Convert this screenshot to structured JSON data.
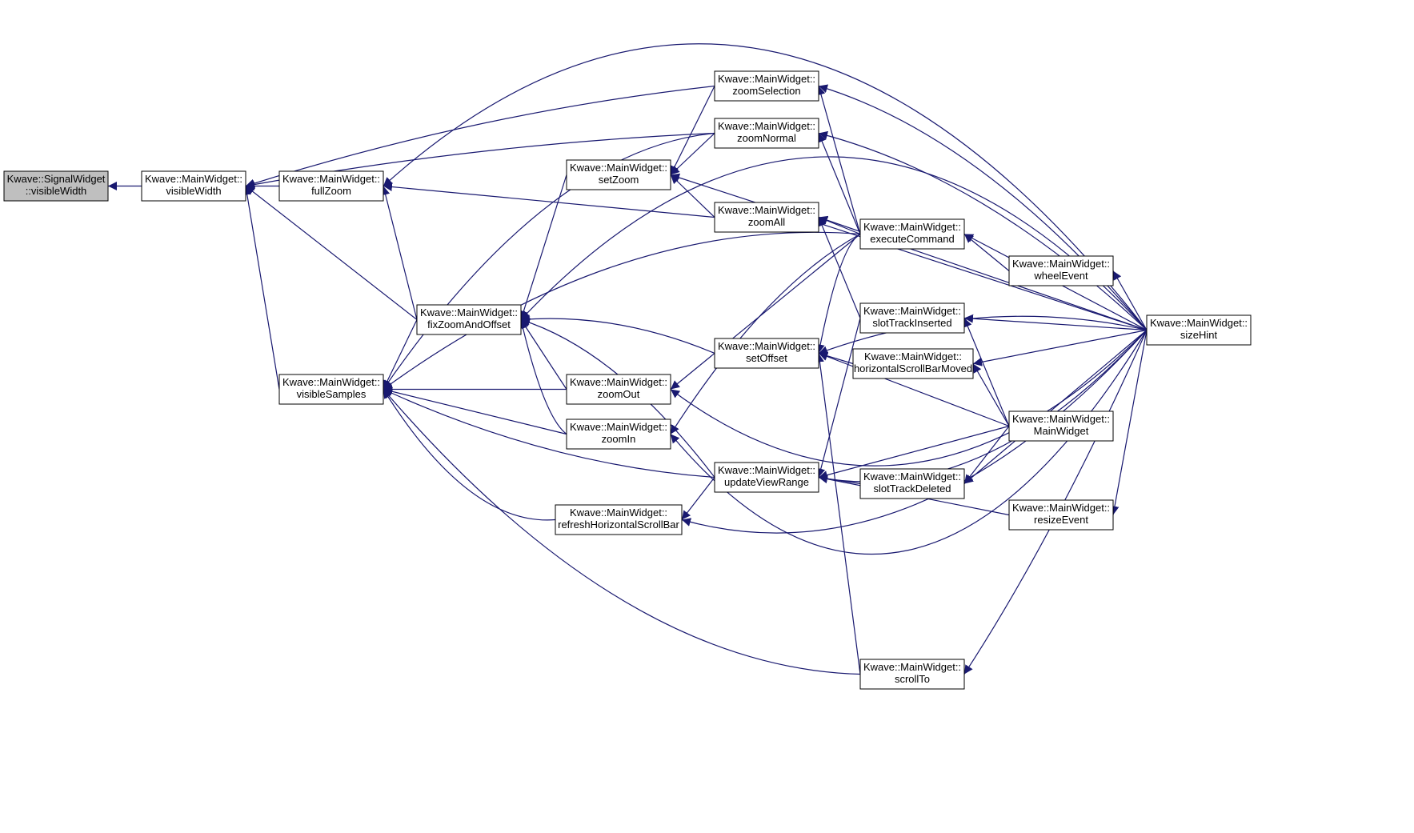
{
  "colors": {
    "edge": "#191970",
    "node_fill": "#ffffff",
    "node_border": "#000000",
    "focus_fill": "#bfbfbf",
    "text": "#000000"
  },
  "nodes": [
    {
      "id": "signal-visiblewidth",
      "line1": "Kwave::SignalWidget",
      "line2": "::visibleWidth",
      "focus": true
    },
    {
      "id": "visiblewidth",
      "line1": "Kwave::MainWidget::",
      "line2": "visibleWidth"
    },
    {
      "id": "fullzoom",
      "line1": "Kwave::MainWidget::",
      "line2": "fullZoom"
    },
    {
      "id": "visiblesamples",
      "line1": "Kwave::MainWidget::",
      "line2": "visibleSamples"
    },
    {
      "id": "fixzoomandoffset",
      "line1": "Kwave::MainWidget::",
      "line2": "fixZoomAndOffset"
    },
    {
      "id": "setzoom",
      "line1": "Kwave::MainWidget::",
      "line2": "setZoom"
    },
    {
      "id": "zoomout",
      "line1": "Kwave::MainWidget::",
      "line2": "zoomOut"
    },
    {
      "id": "zoomin",
      "line1": "Kwave::MainWidget::",
      "line2": "zoomIn"
    },
    {
      "id": "refreshhorizontalscrollbar",
      "line1": "Kwave::MainWidget::",
      "line2": "refreshHorizontalScrollBar"
    },
    {
      "id": "zoomselection",
      "line1": "Kwave::MainWidget::",
      "line2": "zoomSelection"
    },
    {
      "id": "zoomnormal",
      "line1": "Kwave::MainWidget::",
      "line2": "zoomNormal"
    },
    {
      "id": "zoomall",
      "line1": "Kwave::MainWidget::",
      "line2": "zoomAll"
    },
    {
      "id": "setoffset",
      "line1": "Kwave::MainWidget::",
      "line2": "setOffset"
    },
    {
      "id": "updateviewrange",
      "line1": "Kwave::MainWidget::",
      "line2": "updateViewRange"
    },
    {
      "id": "executecommand",
      "line1": "Kwave::MainWidget::",
      "line2": "executeCommand"
    },
    {
      "id": "slottrackinserted",
      "line1": "Kwave::MainWidget::",
      "line2": "slotTrackInserted"
    },
    {
      "id": "horizontalscrollbarmoved",
      "line1": "Kwave::MainWidget::",
      "line2": "horizontalScrollBarMoved"
    },
    {
      "id": "slottrackdeleted",
      "line1": "Kwave::MainWidget::",
      "line2": "slotTrackDeleted"
    },
    {
      "id": "scrollto",
      "line1": "Kwave::MainWidget::",
      "line2": "scrollTo"
    },
    {
      "id": "wheelevent",
      "line1": "Kwave::MainWidget::",
      "line2": "wheelEvent"
    },
    {
      "id": "mainwidget",
      "line1": "Kwave::MainWidget::",
      "line2": "MainWidget"
    },
    {
      "id": "resizeevent",
      "line1": "Kwave::MainWidget::",
      "line2": "resizeEvent"
    },
    {
      "id": "sizehint",
      "line1": "Kwave::MainWidget::",
      "line2": "sizeHint"
    }
  ],
  "edges": [
    {
      "from": "visiblewidth",
      "to": "signal-visiblewidth"
    },
    {
      "from": "fullzoom",
      "to": "visiblewidth"
    },
    {
      "from": "visiblesamples",
      "to": "visiblewidth"
    },
    {
      "from": "fixzoomandoffset",
      "to": "visiblewidth"
    },
    {
      "from": "zoomselection",
      "to": "visiblewidth"
    },
    {
      "from": "zoomnormal",
      "to": "visiblewidth"
    },
    {
      "from": "sizehint",
      "to": "fullzoom"
    },
    {
      "from": "fixzoomandoffset",
      "to": "fullzoom"
    },
    {
      "from": "zoomall",
      "to": "fullzoom"
    },
    {
      "from": "fixzoomandoffset",
      "to": "visiblesamples"
    },
    {
      "from": "zoomout",
      "to": "visiblesamples"
    },
    {
      "from": "zoomin",
      "to": "visiblesamples"
    },
    {
      "from": "refreshhorizontalscrollbar",
      "to": "visiblesamples"
    },
    {
      "from": "updateviewrange",
      "to": "visiblesamples"
    },
    {
      "from": "scrollto",
      "to": "visiblesamples"
    },
    {
      "from": "zoomnormal",
      "to": "visiblesamples"
    },
    {
      "from": "executecommand",
      "to": "visiblesamples"
    },
    {
      "from": "setzoom",
      "to": "fixzoomandoffset"
    },
    {
      "from": "zoomout",
      "to": "fixzoomandoffset"
    },
    {
      "from": "zoomin",
      "to": "fixzoomandoffset"
    },
    {
      "from": "setoffset",
      "to": "fixzoomandoffset"
    },
    {
      "from": "updateviewrange",
      "to": "fixzoomandoffset"
    },
    {
      "from": "sizehint",
      "to": "fixzoomandoffset"
    },
    {
      "from": "zoomselection",
      "to": "setzoom"
    },
    {
      "from": "zoomnormal",
      "to": "setzoom"
    },
    {
      "from": "zoomall",
      "to": "setzoom"
    },
    {
      "from": "sizehint",
      "to": "setzoom"
    },
    {
      "from": "executecommand",
      "to": "zoomout"
    },
    {
      "from": "sizehint",
      "to": "zoomout"
    },
    {
      "from": "executecommand",
      "to": "zoomin"
    },
    {
      "from": "sizehint",
      "to": "zoomin"
    },
    {
      "from": "updateviewrange",
      "to": "refreshhorizontalscrollbar"
    },
    {
      "from": "sizehint",
      "to": "refreshhorizontalscrollbar"
    },
    {
      "from": "sizehint",
      "to": "zoomselection"
    },
    {
      "from": "executecommand",
      "to": "zoomselection"
    },
    {
      "from": "sizehint",
      "to": "zoomnormal"
    },
    {
      "from": "executecommand",
      "to": "zoomnormal"
    },
    {
      "from": "executecommand",
      "to": "zoomall"
    },
    {
      "from": "sizehint",
      "to": "zoomall"
    },
    {
      "from": "slottrackinserted",
      "to": "zoomall"
    },
    {
      "from": "executecommand",
      "to": "setoffset"
    },
    {
      "from": "horizontalscrollbarmoved",
      "to": "setoffset"
    },
    {
      "from": "mainwidget",
      "to": "setoffset"
    },
    {
      "from": "scrollto",
      "to": "setoffset"
    },
    {
      "from": "sizehint",
      "to": "setoffset"
    },
    {
      "from": "mainwidget",
      "to": "updateviewrange"
    },
    {
      "from": "slottrackdeleted",
      "to": "updateviewrange"
    },
    {
      "from": "resizeevent",
      "to": "updateviewrange"
    },
    {
      "from": "slottrackinserted",
      "to": "updateviewrange"
    },
    {
      "from": "sizehint",
      "to": "updateviewrange"
    },
    {
      "from": "sizehint",
      "to": "executecommand"
    },
    {
      "from": "wheelevent",
      "to": "executecommand"
    },
    {
      "from": "sizehint",
      "to": "slottrackinserted"
    },
    {
      "from": "mainwidget",
      "to": "slottrackinserted"
    },
    {
      "from": "sizehint",
      "to": "horizontalscrollbarmoved"
    },
    {
      "from": "mainwidget",
      "to": "horizontalscrollbarmoved"
    },
    {
      "from": "mainwidget",
      "to": "slottrackdeleted"
    },
    {
      "from": "sizehint",
      "to": "slottrackdeleted"
    },
    {
      "from": "sizehint",
      "to": "scrollto"
    },
    {
      "from": "sizehint",
      "to": "wheelevent"
    },
    {
      "from": "sizehint",
      "to": "resizeevent"
    }
  ]
}
